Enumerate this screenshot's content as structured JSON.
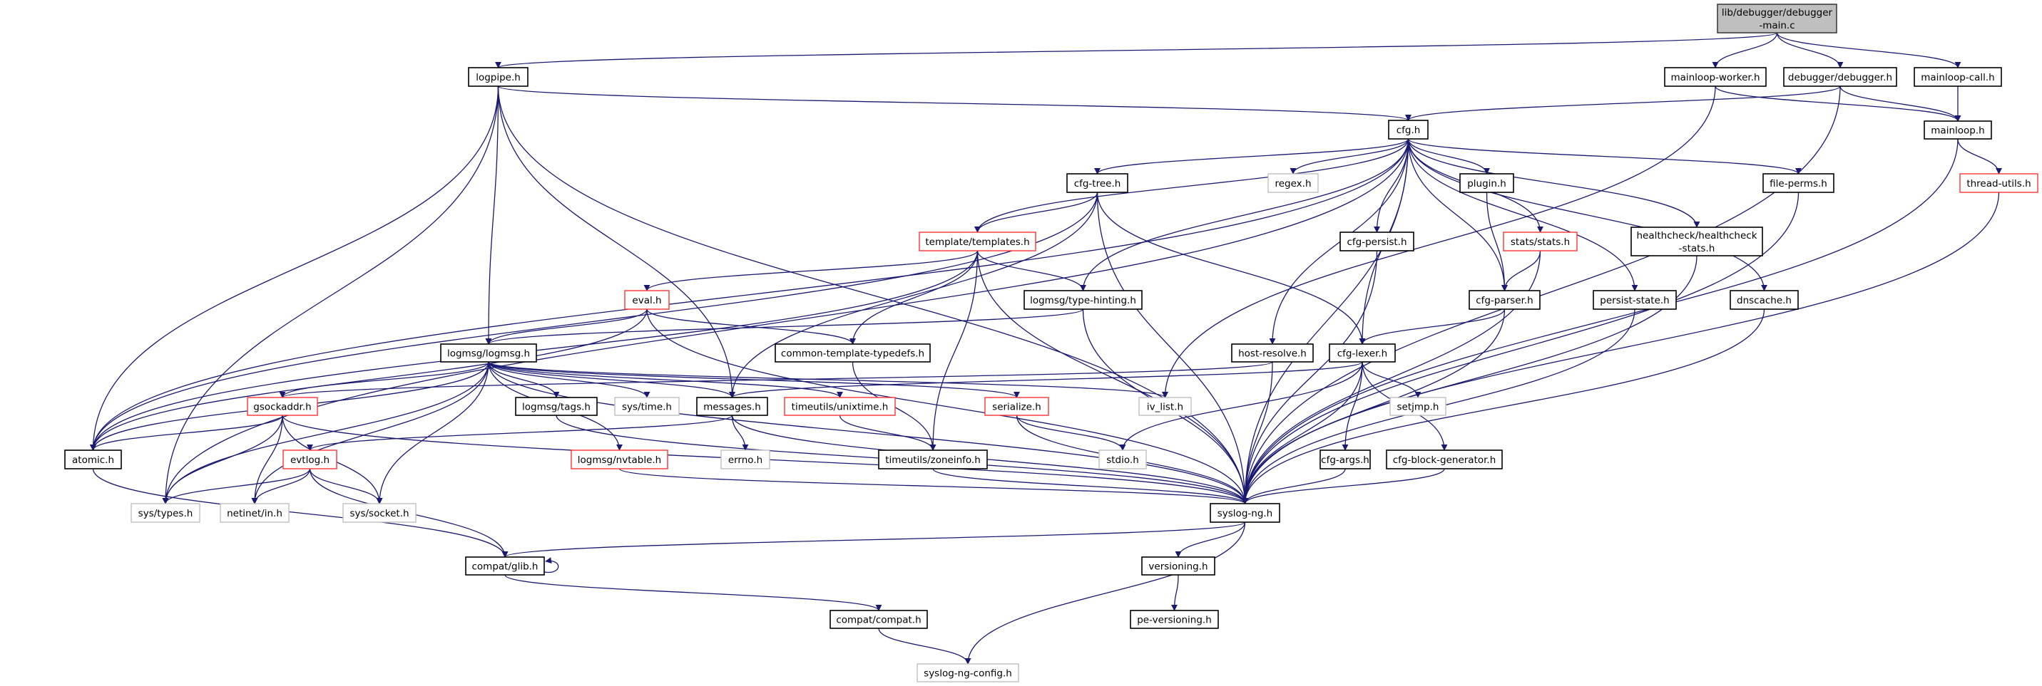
{
  "colors": {
    "edge": "#191970",
    "normal_border": "#000000",
    "missing_link_border": "#ff3333",
    "external_border": "#bfbfbf",
    "root_fill": "#bfbfbf",
    "root_border": "#404040"
  },
  "nodes": [
    {
      "id": "root",
      "label": "lib/debugger/debugger",
      "label2": "-main.c",
      "kind": "root"
    },
    {
      "id": "logpipe",
      "label": "logpipe.h",
      "kind": "normal"
    },
    {
      "id": "mainloop-worker",
      "label": "mainloop-worker.h",
      "kind": "normal"
    },
    {
      "id": "debugger",
      "label": "debugger/debugger.h",
      "kind": "normal"
    },
    {
      "id": "mainloop-call",
      "label": "mainloop-call.h",
      "kind": "normal"
    },
    {
      "id": "cfg",
      "label": "cfg.h",
      "kind": "normal"
    },
    {
      "id": "mainloop",
      "label": "mainloop.h",
      "kind": "normal"
    },
    {
      "id": "cfg-tree",
      "label": "cfg-tree.h",
      "kind": "normal"
    },
    {
      "id": "regex",
      "label": "regex.h",
      "kind": "external"
    },
    {
      "id": "plugin",
      "label": "plugin.h",
      "kind": "normal"
    },
    {
      "id": "file-perms",
      "label": "file-perms.h",
      "kind": "normal"
    },
    {
      "id": "thread-utils",
      "label": "thread-utils.h",
      "kind": "red"
    },
    {
      "id": "templates",
      "label": "template/templates.h",
      "kind": "red"
    },
    {
      "id": "cfg-persist",
      "label": "cfg-persist.h",
      "kind": "normal"
    },
    {
      "id": "stats",
      "label": "stats/stats.h",
      "kind": "red"
    },
    {
      "id": "healthcheck",
      "label": "healthcheck/healthcheck",
      "label2": "-stats.h",
      "kind": "normal"
    },
    {
      "id": "eval",
      "label": "eval.h",
      "kind": "red"
    },
    {
      "id": "type-hinting",
      "label": "logmsg/type-hinting.h",
      "kind": "normal"
    },
    {
      "id": "cfg-parser",
      "label": "cfg-parser.h",
      "kind": "normal"
    },
    {
      "id": "persist-state",
      "label": "persist-state.h",
      "kind": "normal"
    },
    {
      "id": "dnscache",
      "label": "dnscache.h",
      "kind": "normal"
    },
    {
      "id": "logmsg",
      "label": "logmsg/logmsg.h",
      "kind": "normal"
    },
    {
      "id": "common-template-typedefs",
      "label": "common-template-typedefs.h",
      "kind": "normal"
    },
    {
      "id": "host-resolve",
      "label": "host-resolve.h",
      "kind": "normal"
    },
    {
      "id": "cfg-lexer",
      "label": "cfg-lexer.h",
      "kind": "normal"
    },
    {
      "id": "gsockaddr",
      "label": "gsockaddr.h",
      "kind": "red"
    },
    {
      "id": "tags",
      "label": "logmsg/tags.h",
      "kind": "normal"
    },
    {
      "id": "sys-time",
      "label": "sys/time.h",
      "kind": "external"
    },
    {
      "id": "messages",
      "label": "messages.h",
      "kind": "normal"
    },
    {
      "id": "unixtime",
      "label": "timeutils/unixtime.h",
      "kind": "red"
    },
    {
      "id": "serialize",
      "label": "serialize.h",
      "kind": "red"
    },
    {
      "id": "iv-list",
      "label": "iv_list.h",
      "kind": "external"
    },
    {
      "id": "setjmp",
      "label": "setjmp.h",
      "kind": "external"
    },
    {
      "id": "atomic",
      "label": "atomic.h",
      "kind": "normal"
    },
    {
      "id": "evtlog",
      "label": "evtlog.h",
      "kind": "red"
    },
    {
      "id": "nvtable",
      "label": "logmsg/nvtable.h",
      "kind": "red"
    },
    {
      "id": "errno",
      "label": "errno.h",
      "kind": "external"
    },
    {
      "id": "zoneinfo",
      "label": "timeutils/zoneinfo.h",
      "kind": "normal"
    },
    {
      "id": "stdio",
      "label": "stdio.h",
      "kind": "external"
    },
    {
      "id": "cfg-args",
      "label": "cfg-args.h",
      "kind": "normal"
    },
    {
      "id": "cfg-block-generator",
      "label": "cfg-block-generator.h",
      "kind": "normal"
    },
    {
      "id": "sys-types",
      "label": "sys/types.h",
      "kind": "external"
    },
    {
      "id": "netinet-in",
      "label": "netinet/in.h",
      "kind": "external"
    },
    {
      "id": "sys-socket",
      "label": "sys/socket.h",
      "kind": "external"
    },
    {
      "id": "syslog-ng",
      "label": "syslog-ng.h",
      "kind": "normal"
    },
    {
      "id": "compat-glib",
      "label": "compat/glib.h",
      "kind": "normal"
    },
    {
      "id": "versioning",
      "label": "versioning.h",
      "kind": "normal"
    },
    {
      "id": "compat-compat",
      "label": "compat/compat.h",
      "kind": "normal"
    },
    {
      "id": "pe-versioning",
      "label": "pe-versioning.h",
      "kind": "normal"
    },
    {
      "id": "syslog-ng-config",
      "label": "syslog-ng-config.h",
      "kind": "external"
    }
  ],
  "edges": [
    [
      "root",
      "logpipe"
    ],
    [
      "root",
      "mainloop-worker"
    ],
    [
      "root",
      "debugger"
    ],
    [
      "root",
      "mainloop-call"
    ],
    [
      "mainloop-worker",
      "mainloop"
    ],
    [
      "mainloop-worker",
      "iv-list"
    ],
    [
      "debugger",
      "cfg"
    ],
    [
      "debugger",
      "mainloop"
    ],
    [
      "debugger",
      "syslog-ng"
    ],
    [
      "mainloop-call",
      "mainloop"
    ],
    [
      "mainloop",
      "thread-utils"
    ],
    [
      "mainloop",
      "syslog-ng"
    ],
    [
      "thread-utils",
      "syslog-ng"
    ],
    [
      "logpipe",
      "cfg"
    ],
    [
      "logpipe",
      "logmsg"
    ],
    [
      "logpipe",
      "messages"
    ],
    [
      "logpipe",
      "atomic"
    ],
    [
      "logpipe",
      "sys-types"
    ],
    [
      "logpipe",
      "syslog-ng"
    ],
    [
      "cfg",
      "cfg-tree"
    ],
    [
      "cfg",
      "templates"
    ],
    [
      "cfg",
      "regex"
    ],
    [
      "cfg",
      "plugin"
    ],
    [
      "cfg",
      "cfg-persist"
    ],
    [
      "cfg",
      "stats"
    ],
    [
      "cfg",
      "cfg-parser"
    ],
    [
      "cfg",
      "cfg-lexer"
    ],
    [
      "cfg",
      "host-resolve"
    ],
    [
      "cfg",
      "healthcheck"
    ],
    [
      "cfg",
      "persist-state"
    ],
    [
      "cfg",
      "dnscache"
    ],
    [
      "cfg",
      "file-perms"
    ],
    [
      "cfg",
      "syslog-ng"
    ],
    [
      "cfg",
      "type-hinting"
    ],
    [
      "cfg",
      "atomic"
    ],
    [
      "cfg",
      "sys-types"
    ],
    [
      "cfg-tree",
      "templates"
    ],
    [
      "cfg-tree",
      "atomic"
    ],
    [
      "cfg-tree",
      "messages"
    ],
    [
      "cfg-tree",
      "cfg-lexer"
    ],
    [
      "cfg-tree",
      "syslog-ng"
    ],
    [
      "templates",
      "eval"
    ],
    [
      "templates",
      "common-template-typedefs"
    ],
    [
      "templates",
      "type-hinting"
    ],
    [
      "templates",
      "zoneinfo"
    ],
    [
      "templates",
      "syslog-ng"
    ],
    [
      "templates",
      "atomic"
    ],
    [
      "eval",
      "logmsg"
    ],
    [
      "eval",
      "common-template-typedefs"
    ],
    [
      "eval",
      "syslog-ng"
    ],
    [
      "eval",
      "atomic"
    ],
    [
      "type-hinting",
      "logmsg"
    ],
    [
      "type-hinting",
      "syslog-ng"
    ],
    [
      "plugin",
      "cfg-parser"
    ],
    [
      "stats",
      "cfg-parser"
    ],
    [
      "stats",
      "syslog-ng"
    ],
    [
      "cfg-persist",
      "syslog-ng"
    ],
    [
      "cfg-parser",
      "cfg-lexer"
    ],
    [
      "cfg-parser",
      "syslog-ng"
    ],
    [
      "persist-state",
      "syslog-ng"
    ],
    [
      "dnscache",
      "syslog-ng"
    ],
    [
      "healthcheck",
      "syslog-ng"
    ],
    [
      "file-perms",
      "syslog-ng"
    ],
    [
      "host-resolve",
      "gsockaddr"
    ],
    [
      "host-resolve",
      "syslog-ng"
    ],
    [
      "cfg-lexer",
      "messages"
    ],
    [
      "cfg-lexer",
      "setjmp"
    ],
    [
      "cfg-lexer",
      "cfg-args"
    ],
    [
      "cfg-lexer",
      "cfg-block-generator"
    ],
    [
      "cfg-lexer",
      "stdio"
    ],
    [
      "cfg-lexer",
      "syslog-ng"
    ],
    [
      "cfg-args",
      "syslog-ng"
    ],
    [
      "cfg-block-generator",
      "syslog-ng"
    ],
    [
      "common-template-typedefs",
      "zoneinfo"
    ],
    [
      "logmsg",
      "gsockaddr"
    ],
    [
      "logmsg",
      "atomic"
    ],
    [
      "logmsg",
      "sys-types"
    ],
    [
      "logmsg",
      "netinet-in"
    ],
    [
      "logmsg",
      "sys-socket"
    ],
    [
      "logmsg",
      "tags"
    ],
    [
      "logmsg",
      "sys-time"
    ],
    [
      "logmsg",
      "messages"
    ],
    [
      "logmsg",
      "unixtime"
    ],
    [
      "logmsg",
      "serialize"
    ],
    [
      "logmsg",
      "iv-list"
    ],
    [
      "logmsg",
      "nvtable"
    ],
    [
      "logmsg",
      "syslog-ng"
    ],
    [
      "gsockaddr",
      "atomic"
    ],
    [
      "gsockaddr",
      "sys-types"
    ],
    [
      "gsockaddr",
      "netinet-in"
    ],
    [
      "gsockaddr",
      "sys-socket"
    ],
    [
      "gsockaddr",
      "syslog-ng"
    ],
    [
      "evtlog",
      "sys-types"
    ],
    [
      "evtlog",
      "netinet-in"
    ],
    [
      "evtlog",
      "sys-socket"
    ],
    [
      "evtlog",
      "compat-glib"
    ],
    [
      "messages",
      "evtlog"
    ],
    [
      "messages",
      "errno"
    ],
    [
      "messages",
      "syslog-ng"
    ],
    [
      "unixtime",
      "zoneinfo"
    ],
    [
      "serialize",
      "stdio"
    ],
    [
      "serialize",
      "syslog-ng"
    ],
    [
      "tags",
      "syslog-ng"
    ],
    [
      "nvtable",
      "syslog-ng"
    ],
    [
      "zoneinfo",
      "syslog-ng"
    ],
    [
      "atomic",
      "compat-glib"
    ],
    [
      "syslog-ng",
      "compat-glib"
    ],
    [
      "syslog-ng",
      "versioning"
    ],
    [
      "syslog-ng",
      "syslog-ng-config"
    ],
    [
      "compat-glib",
      "compat-glib"
    ],
    [
      "compat-glib",
      "compat-compat"
    ],
    [
      "compat-compat",
      "syslog-ng-config"
    ],
    [
      "versioning",
      "pe-versioning"
    ]
  ]
}
